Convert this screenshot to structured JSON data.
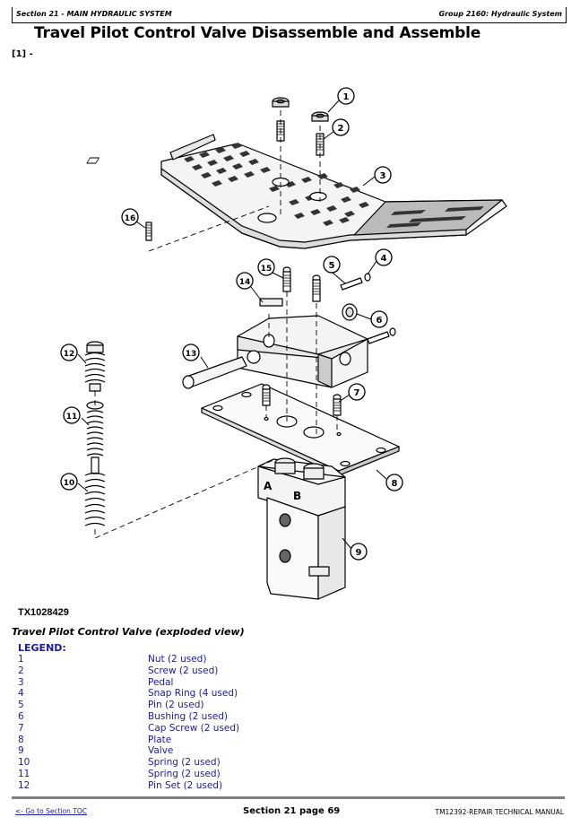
{
  "header": {
    "section": "Section 21 - MAIN HYDRAULIC SYSTEM",
    "group": "Group 2160: Hydraulic System"
  },
  "page_title": "Travel Pilot Control Valve Disassemble and Assemble",
  "step_label": "[1] -",
  "figure": {
    "id": "TX1028429",
    "caption": "Travel Pilot Control Valve (exploded view)",
    "callouts": [
      "1",
      "2",
      "3",
      "4",
      "5",
      "6",
      "7",
      "8",
      "9",
      "10",
      "11",
      "12",
      "13",
      "14",
      "15",
      "16"
    ],
    "port_labels": [
      "A",
      "B"
    ]
  },
  "legend": {
    "title": "LEGEND:",
    "items": [
      {
        "num": "1",
        "desc": "Nut (2 used)"
      },
      {
        "num": "2",
        "desc": "Screw (2 used)"
      },
      {
        "num": "3",
        "desc": "Pedal"
      },
      {
        "num": "4",
        "desc": "Snap Ring (4 used)"
      },
      {
        "num": "5",
        "desc": "Pin (2 used)"
      },
      {
        "num": "6",
        "desc": "Bushing (2 used)"
      },
      {
        "num": "7",
        "desc": "Cap Screw (2 used)"
      },
      {
        "num": "8",
        "desc": "Plate"
      },
      {
        "num": "9",
        "desc": "Valve"
      },
      {
        "num": "10",
        "desc": "Spring (2 used)"
      },
      {
        "num": "11",
        "desc": "Spring (2 used)"
      },
      {
        "num": "12",
        "desc": "Pin Set (2 used)"
      }
    ]
  },
  "footer": {
    "toc_link": "<- Go to Section TOC",
    "page": "Section 21 page 69",
    "manual": "TM12392-REPAIR TECHNICAL MANUAL"
  },
  "colors": {
    "legend_text": "#1a1aa6",
    "footer_rule": "#808080"
  }
}
